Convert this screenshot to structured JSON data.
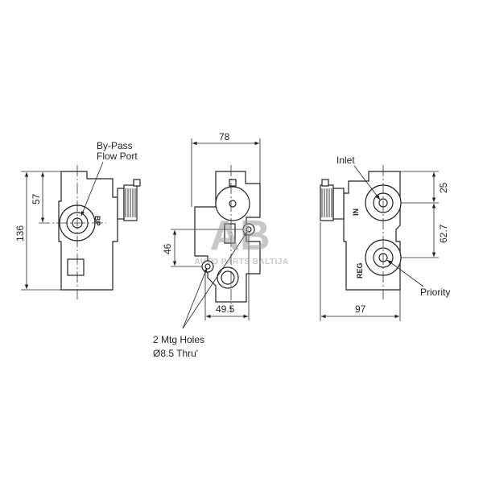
{
  "left_view": {
    "label_line1": "By-Pass",
    "label_line2": "Flow Port",
    "port_label": "BP",
    "dim_height": "136",
    "dim_port": "57"
  },
  "center_view": {
    "dim_width": "78",
    "dim_holes_vertical": "46",
    "dim_holes_horizontal": "49.5",
    "holes_line1": "2 Mtg Holes",
    "holes_line2": "Ø8.5 Thru'"
  },
  "right_view": {
    "inlet_label": "Inlet",
    "priority_label": "Priority",
    "in_label": "IN",
    "reg_label": "REG",
    "dim_top": "25",
    "dim_ports": "62.7",
    "dim_width": "97"
  },
  "watermark": {
    "logo": "AB",
    "text": "AUTO PARTS BALTIJA"
  }
}
